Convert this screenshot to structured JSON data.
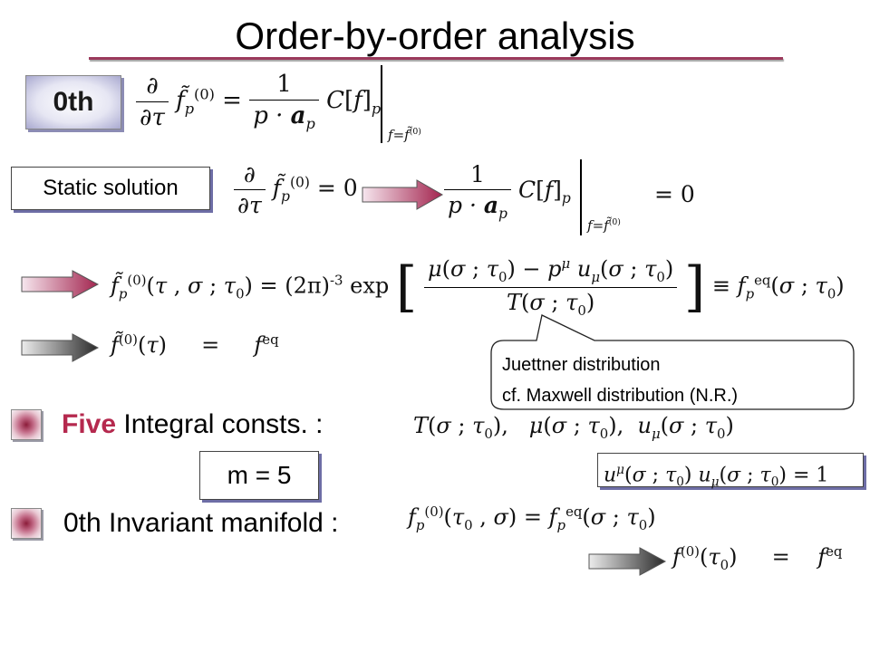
{
  "title": "Order-by-order analysis",
  "badge": "0th",
  "static_label": "Static solution",
  "callout": {
    "line1": "Juettner distribution",
    "line2": "cf. Maxwell distribution (N.R.)"
  },
  "bullets": {
    "five_word": "Five",
    "integral_consts": "Integral consts. :",
    "invariant_manifold": "0th Invariant manifold :"
  },
  "m_value": "m = 5",
  "colors": {
    "accent": "#b5294e",
    "title_rule": "#9b3a5c",
    "box_shadow": "#6e6ea6"
  },
  "icons": [
    "right-arrow-magenta-icon",
    "right-arrow-dark-icon",
    "bullet-square-icon"
  ]
}
